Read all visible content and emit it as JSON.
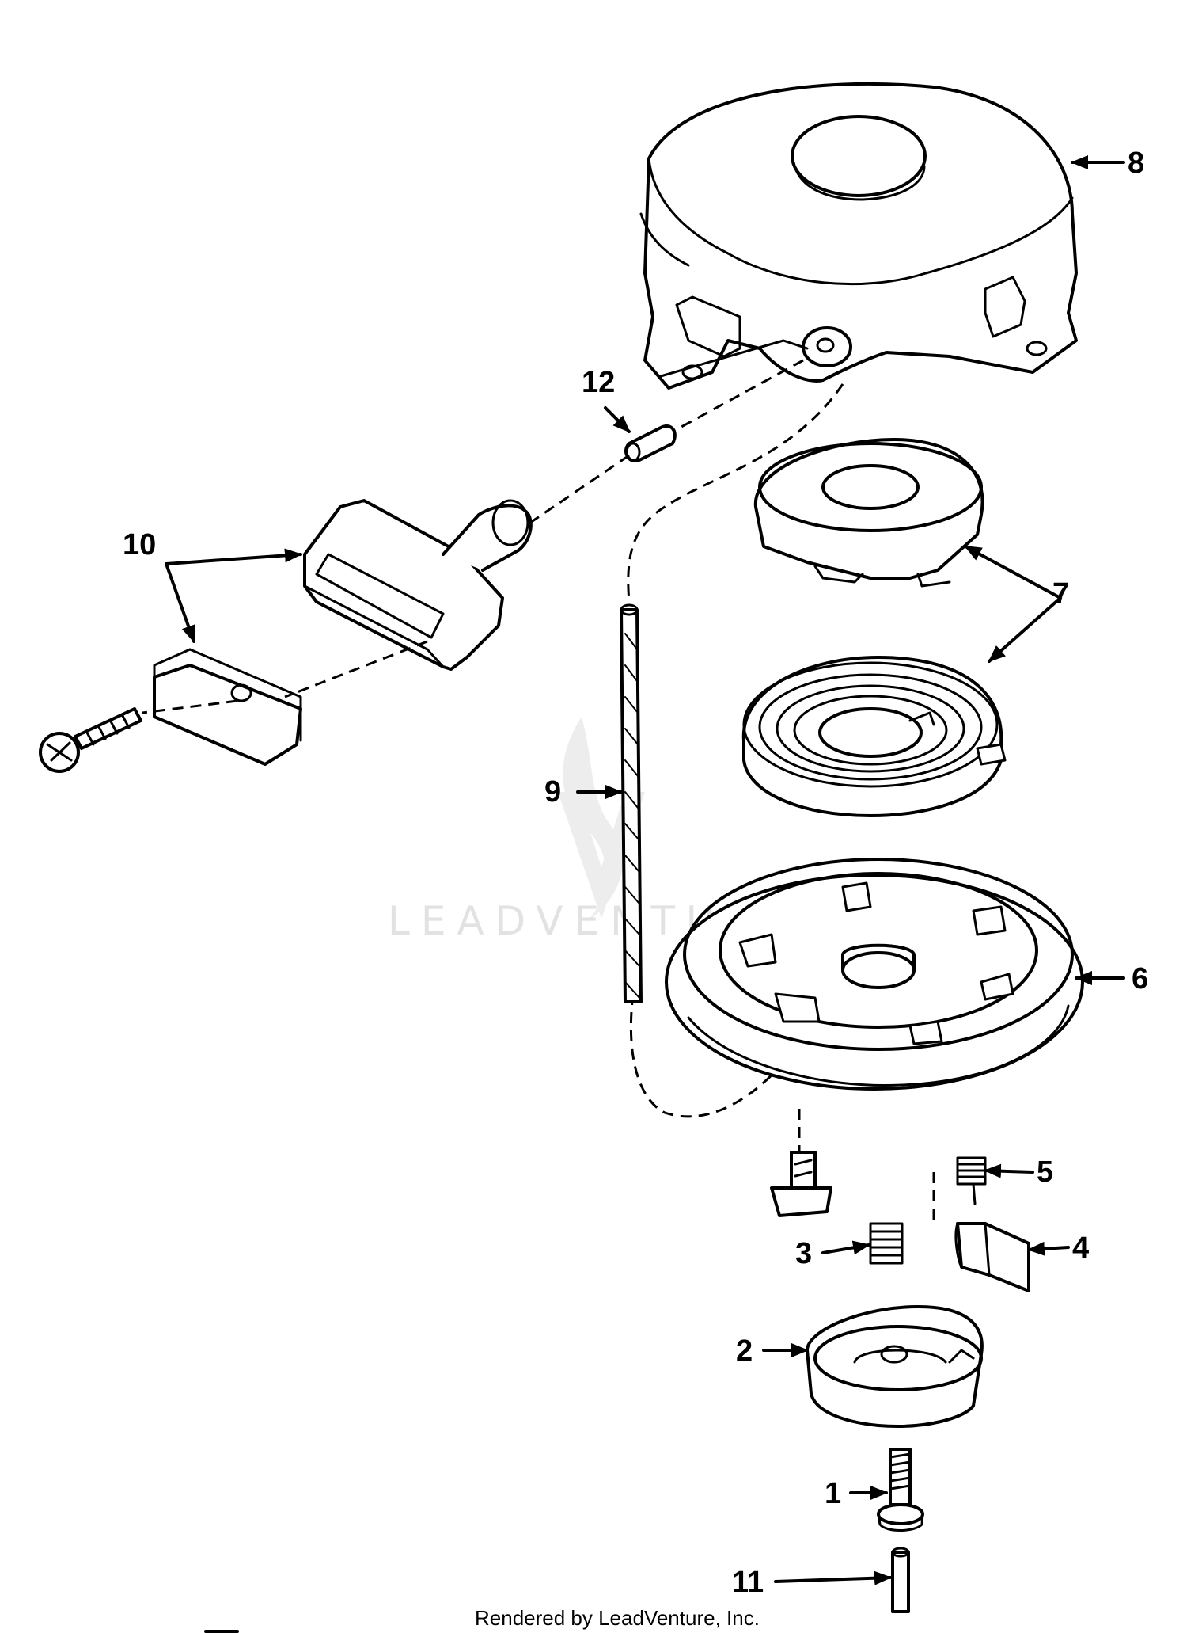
{
  "diagram": {
    "watermark": "LEADVENTURE",
    "credit": "Rendered by LeadVenture, Inc.",
    "callouts": [
      {
        "id": "1",
        "label": "1"
      },
      {
        "id": "2",
        "label": "2"
      },
      {
        "id": "3",
        "label": "3"
      },
      {
        "id": "4",
        "label": "4"
      },
      {
        "id": "5",
        "label": "5"
      },
      {
        "id": "6",
        "label": "6"
      },
      {
        "id": "7",
        "label": "7"
      },
      {
        "id": "8",
        "label": "8"
      },
      {
        "id": "9",
        "label": "9"
      },
      {
        "id": "10",
        "label": "10"
      },
      {
        "id": "11",
        "label": "11"
      },
      {
        "id": "12",
        "label": "12"
      }
    ]
  }
}
